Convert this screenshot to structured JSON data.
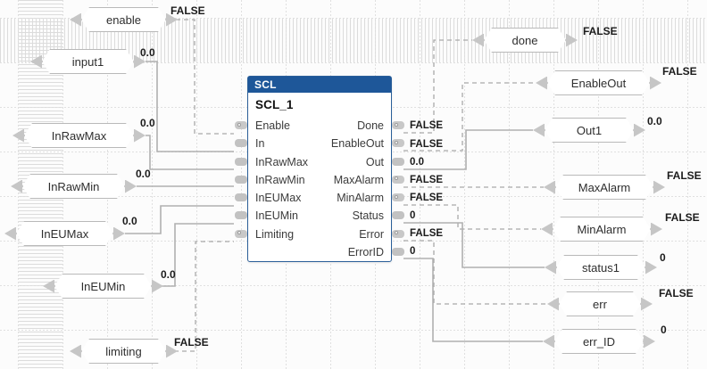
{
  "editor": {
    "network_title": "",
    "grid_color": "#e0e0e0",
    "accent_color": "#1e5799",
    "wire_color": "#b0b0b0"
  },
  "block": {
    "type_label": "SCL",
    "instance_name": "SCL_1",
    "inputs": [
      {
        "name": "Enable",
        "datatype": "bool"
      },
      {
        "name": "In",
        "datatype": "num"
      },
      {
        "name": "InRawMax",
        "datatype": "num"
      },
      {
        "name": "InRawMin",
        "datatype": "num"
      },
      {
        "name": "InEUMax",
        "datatype": "num"
      },
      {
        "name": "InEUMin",
        "datatype": "num"
      },
      {
        "name": "Limiting",
        "datatype": "bool"
      }
    ],
    "outputs": [
      {
        "name": "Done",
        "datatype": "bool",
        "value": "FALSE"
      },
      {
        "name": "EnableOut",
        "datatype": "bool",
        "value": "FALSE"
      },
      {
        "name": "Out",
        "datatype": "num",
        "value": "0.0"
      },
      {
        "name": "MaxAlarm",
        "datatype": "bool",
        "value": "FALSE"
      },
      {
        "name": "MinAlarm",
        "datatype": "bool",
        "value": "FALSE"
      },
      {
        "name": "Status",
        "datatype": "num",
        "value": "0"
      },
      {
        "name": "Error",
        "datatype": "bool",
        "value": "FALSE"
      },
      {
        "name": "ErrorID",
        "datatype": "num",
        "value": "0"
      }
    ]
  },
  "input_tags": [
    {
      "name": "enable",
      "value": "FALSE",
      "datatype": "bool"
    },
    {
      "name": "input1",
      "value": "0.0",
      "datatype": "num"
    },
    {
      "name": "InRawMax",
      "value": "0.0",
      "datatype": "num"
    },
    {
      "name": "InRawMin",
      "value": "0.0",
      "datatype": "num"
    },
    {
      "name": "InEUMax",
      "value": "0.0",
      "datatype": "num"
    },
    {
      "name": "InEUMin",
      "value": "0.0",
      "datatype": "num"
    },
    {
      "name": "limiting",
      "value": "FALSE",
      "datatype": "bool"
    }
  ],
  "output_tags": [
    {
      "name": "done",
      "value": "FALSE",
      "datatype": "bool"
    },
    {
      "name": "EnableOut",
      "value": "FALSE",
      "datatype": "bool"
    },
    {
      "name": "Out1",
      "value": "0.0",
      "datatype": "num"
    },
    {
      "name": "MaxAlarm",
      "value": "FALSE",
      "datatype": "bool"
    },
    {
      "name": "MinAlarm",
      "value": "FALSE",
      "datatype": "bool"
    },
    {
      "name": "status1",
      "value": "0",
      "datatype": "num"
    },
    {
      "name": "err",
      "value": "FALSE",
      "datatype": "bool"
    },
    {
      "name": "err_ID",
      "value": "0",
      "datatype": "num"
    }
  ]
}
